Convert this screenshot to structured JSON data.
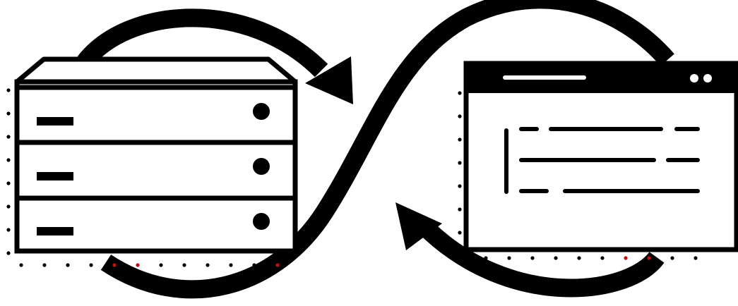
{
  "colors": {
    "background": "#ffffff",
    "ink": "#000000",
    "dot_accent": "#c01010"
  },
  "diagram": {
    "type": "icon-illustration",
    "elements": [
      {
        "name": "server-rack-icon",
        "units": 3
      },
      {
        "name": "browser-window-icon",
        "content_lines": 3,
        "window_buttons": 2
      },
      {
        "name": "infinity-loop-arrows",
        "arrowheads": 2
      }
    ],
    "server_rack": {
      "unit_count": 3
    },
    "browser_window": {
      "title_bar_buttons": 2,
      "text_line_rows": 3
    }
  }
}
